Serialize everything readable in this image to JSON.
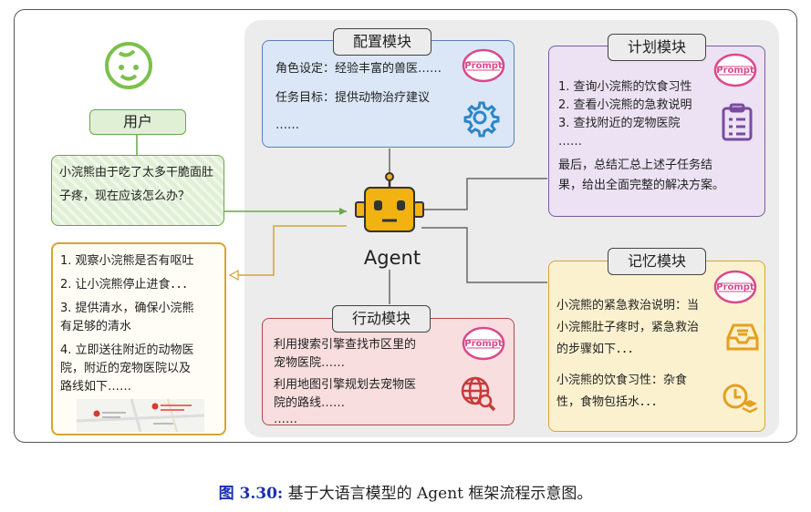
{
  "user": {
    "label": "用户",
    "question": "小浣熊由于吃了太多干脆面肚子疼，现在应该怎么办？"
  },
  "agent": {
    "label": "Agent"
  },
  "config_module": {
    "title": "配置模块",
    "lines": [
      "角色设定：经验丰富的兽医……",
      "任务目标：提供动物治疗建议",
      "……"
    ]
  },
  "plan_module": {
    "title": "计划模块",
    "lines": [
      "1. 查询小浣熊的饮食习性",
      "2. 查看小浣熊的急救说明",
      "3. 查找附近的宠物医院",
      "……",
      "最后，总结汇总上述子任务结",
      "果，给出全面完整的解决方案。"
    ]
  },
  "memory_module": {
    "title": "记忆模块",
    "lines": [
      "小浣熊的紧急救治说明：当",
      "小浣熊肚子疼时，紧急救治",
      "的步骤如下．．．",
      "",
      "小浣熊的饮食习性：杂食",
      "性，食物包括水．．．"
    ]
  },
  "action_module": {
    "title": "行动模块",
    "lines": [
      "利用搜索引擎查找市区里的",
      "宠物医院……",
      "利用地图引擎规划去宠物医",
      "院的路线……",
      "……"
    ]
  },
  "answer": {
    "lines": [
      "1. 观察小浣熊是否有呕吐",
      "2. 让小浣熊停止进食．．．",
      "3. 提供清水，确保小浣熊",
      "有足够的清水",
      "4. 立即送往附近的动物医",
      "院，附近的宠物医院以及",
      "路线如下……"
    ]
  },
  "prompt_badge": "Prompt",
  "caption": {
    "number": "图 3.30:",
    "text": " 基于大语言模型的 Agent 框架流程示意图。"
  },
  "colors": {
    "config": "#dbe7f7",
    "config_border": "#5a7fc0",
    "plan": "#ece2f3",
    "plan_border": "#7a5aa0",
    "memory": "#fbf1cf",
    "memory_border": "#d6a530",
    "action": "#f8dede",
    "action_border": "#b04a4a",
    "user": "#e0f0d5",
    "user_border": "#6aa64a",
    "answer_border": "#d6a530",
    "robot": "#f2b211",
    "caption_blue": "#1a2fb0",
    "prompt_pink": "#d94a8a"
  }
}
